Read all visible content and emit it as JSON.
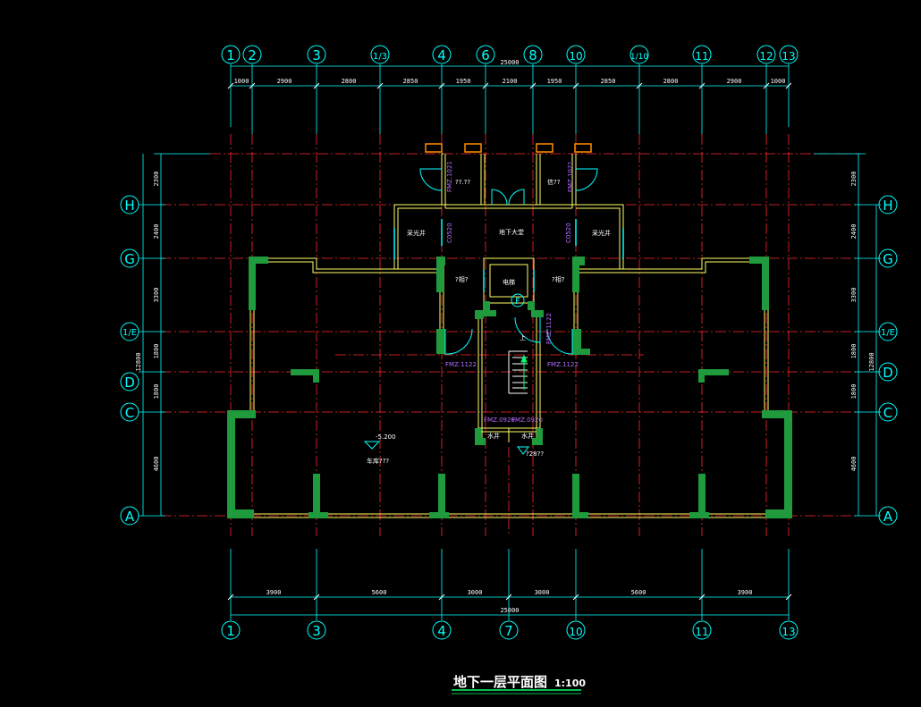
{
  "drawing": {
    "title": "地下一层平面图",
    "scale": "1:100",
    "colors": {
      "background": "#000000",
      "axis": "#ff2a2a",
      "dimension": "#00ffff",
      "wall_fill": "#1f9a3c",
      "wall_line": "#ffff66",
      "text": "#ffffff",
      "door_label": "#b46bff",
      "vent": "#ff8c00"
    }
  },
  "top_axes": [
    "1",
    "2",
    "3",
    "1/3",
    "4",
    "6",
    "8",
    "10",
    "1/10",
    "11",
    "12",
    "13"
  ],
  "bottom_axes": [
    "1",
    "3",
    "4",
    "7",
    "10",
    "11",
    "13"
  ],
  "side_axes": [
    "H",
    "G",
    "1/E",
    "D",
    "C",
    "A"
  ],
  "top_dims": {
    "total": "25000",
    "segments": [
      "1000",
      "2900",
      "2800",
      "2850",
      "1950",
      "2100",
      "1950",
      "2850",
      "2800",
      "2900",
      "1000"
    ]
  },
  "bottom_dims": {
    "total": "25000",
    "segments": [
      "3900",
      "5600",
      "3000",
      "3000",
      "5600",
      "3900"
    ]
  },
  "left_dims": {
    "total": "12800",
    "segments": [
      "2300",
      "2400",
      "3300",
      "1800",
      "1800",
      "4600"
    ]
  },
  "right_dims": {
    "total": "12800",
    "segments": [
      "2300",
      "2400",
      "3300",
      "1800",
      "1800",
      "4600"
    ]
  },
  "rooms": {
    "left_shaft": "采光井",
    "right_shaft": "采光井",
    "hall": "地下大堂",
    "left_small": "??.??",
    "right_small": "信??",
    "left_shop": "?相?",
    "right_shop": "?相?",
    "elevator": "电梯",
    "water_left": "水井",
    "water_right": "水井",
    "storage": "车库???",
    "level_mark": "-5.200",
    "below_mark": "?28??"
  },
  "doors": {
    "fm_left_top": "FMZ.1021",
    "fm_right_top": "FMZ.1021",
    "fm_left": "FMZ.1122",
    "fm_right": "FMZ.1122",
    "fm_mid": "FMZ.1122",
    "fm_stair_left": "FMZ.0920",
    "fm_stair_right": "FMZ.0920",
    "c_left": "C0520",
    "c_right": "C0520"
  },
  "markers": {
    "f_tag": "F",
    "stair_tag": "上"
  }
}
